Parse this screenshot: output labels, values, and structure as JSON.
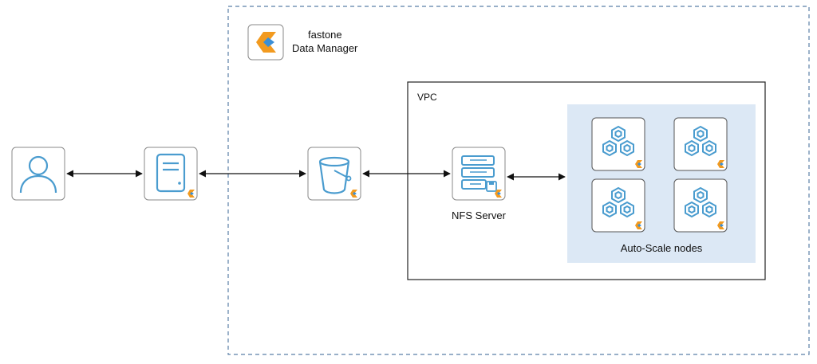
{
  "brand": {
    "name_line1": "fastone",
    "name_line2": "Data Manager",
    "logo_icon": "fastone-logo-icon"
  },
  "vpc": {
    "label": "VPC"
  },
  "nodes": {
    "user": {
      "icon": "user-icon"
    },
    "server": {
      "icon": "server-icon"
    },
    "bucket": {
      "icon": "storage-bucket-icon"
    },
    "nfs": {
      "icon": "nfs-server-icon",
      "label": "NFS Server"
    },
    "autoscale": {
      "label": "Auto-Scale nodes",
      "node_icon": "compute-cluster-icon",
      "count": 4
    }
  },
  "colors": {
    "icon_stroke": "#4a9ccf",
    "card_border": "#8a8a8a",
    "dashed_border": "#5b7fa6",
    "autoscale_bg": "#dce8f5",
    "badge_orange": "#f29a1f",
    "badge_blue": "#3b8fd6"
  }
}
